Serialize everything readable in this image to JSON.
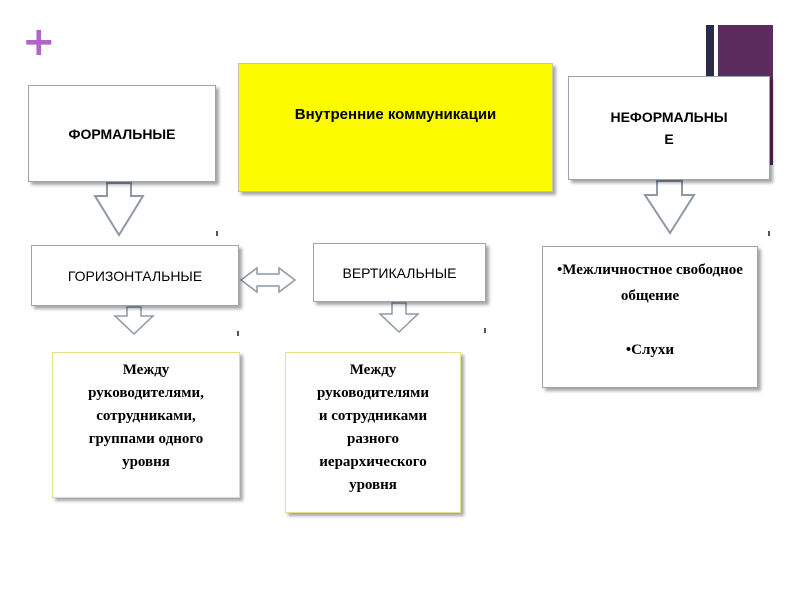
{
  "decor": {
    "plus_icon": "plus-icon",
    "accent": "#b066c7",
    "bar_dark": "#2c2a4a",
    "bar_purple": "#5c2c5e"
  },
  "center": {
    "title": "Внутренние коммуникации",
    "color": "#fdfb00"
  },
  "formal": {
    "title": "ФОРМАЛЬНЫЕ"
  },
  "informal": {
    "line1": "НЕФОРМАЛЬНЫ",
    "line2": "Е"
  },
  "horizontal": {
    "title": "ГОРИЗОНТАЛЬНЫЕ"
  },
  "vertical": {
    "title": "ВЕРТИКАЛЬНЫЕ"
  },
  "between_horizontal": {
    "lines": [
      "Между",
      "руководителями,",
      "сотрудниками,",
      "группами одного",
      "уровня"
    ]
  },
  "between_vertical": {
    "lines": [
      "Между",
      "руководителями",
      "и сотрудниками",
      "разного",
      "иерархического",
      "уровня"
    ]
  },
  "informal_types": {
    "items": [
      "•Межличностное свободное общение",
      "•Слухи"
    ]
  }
}
